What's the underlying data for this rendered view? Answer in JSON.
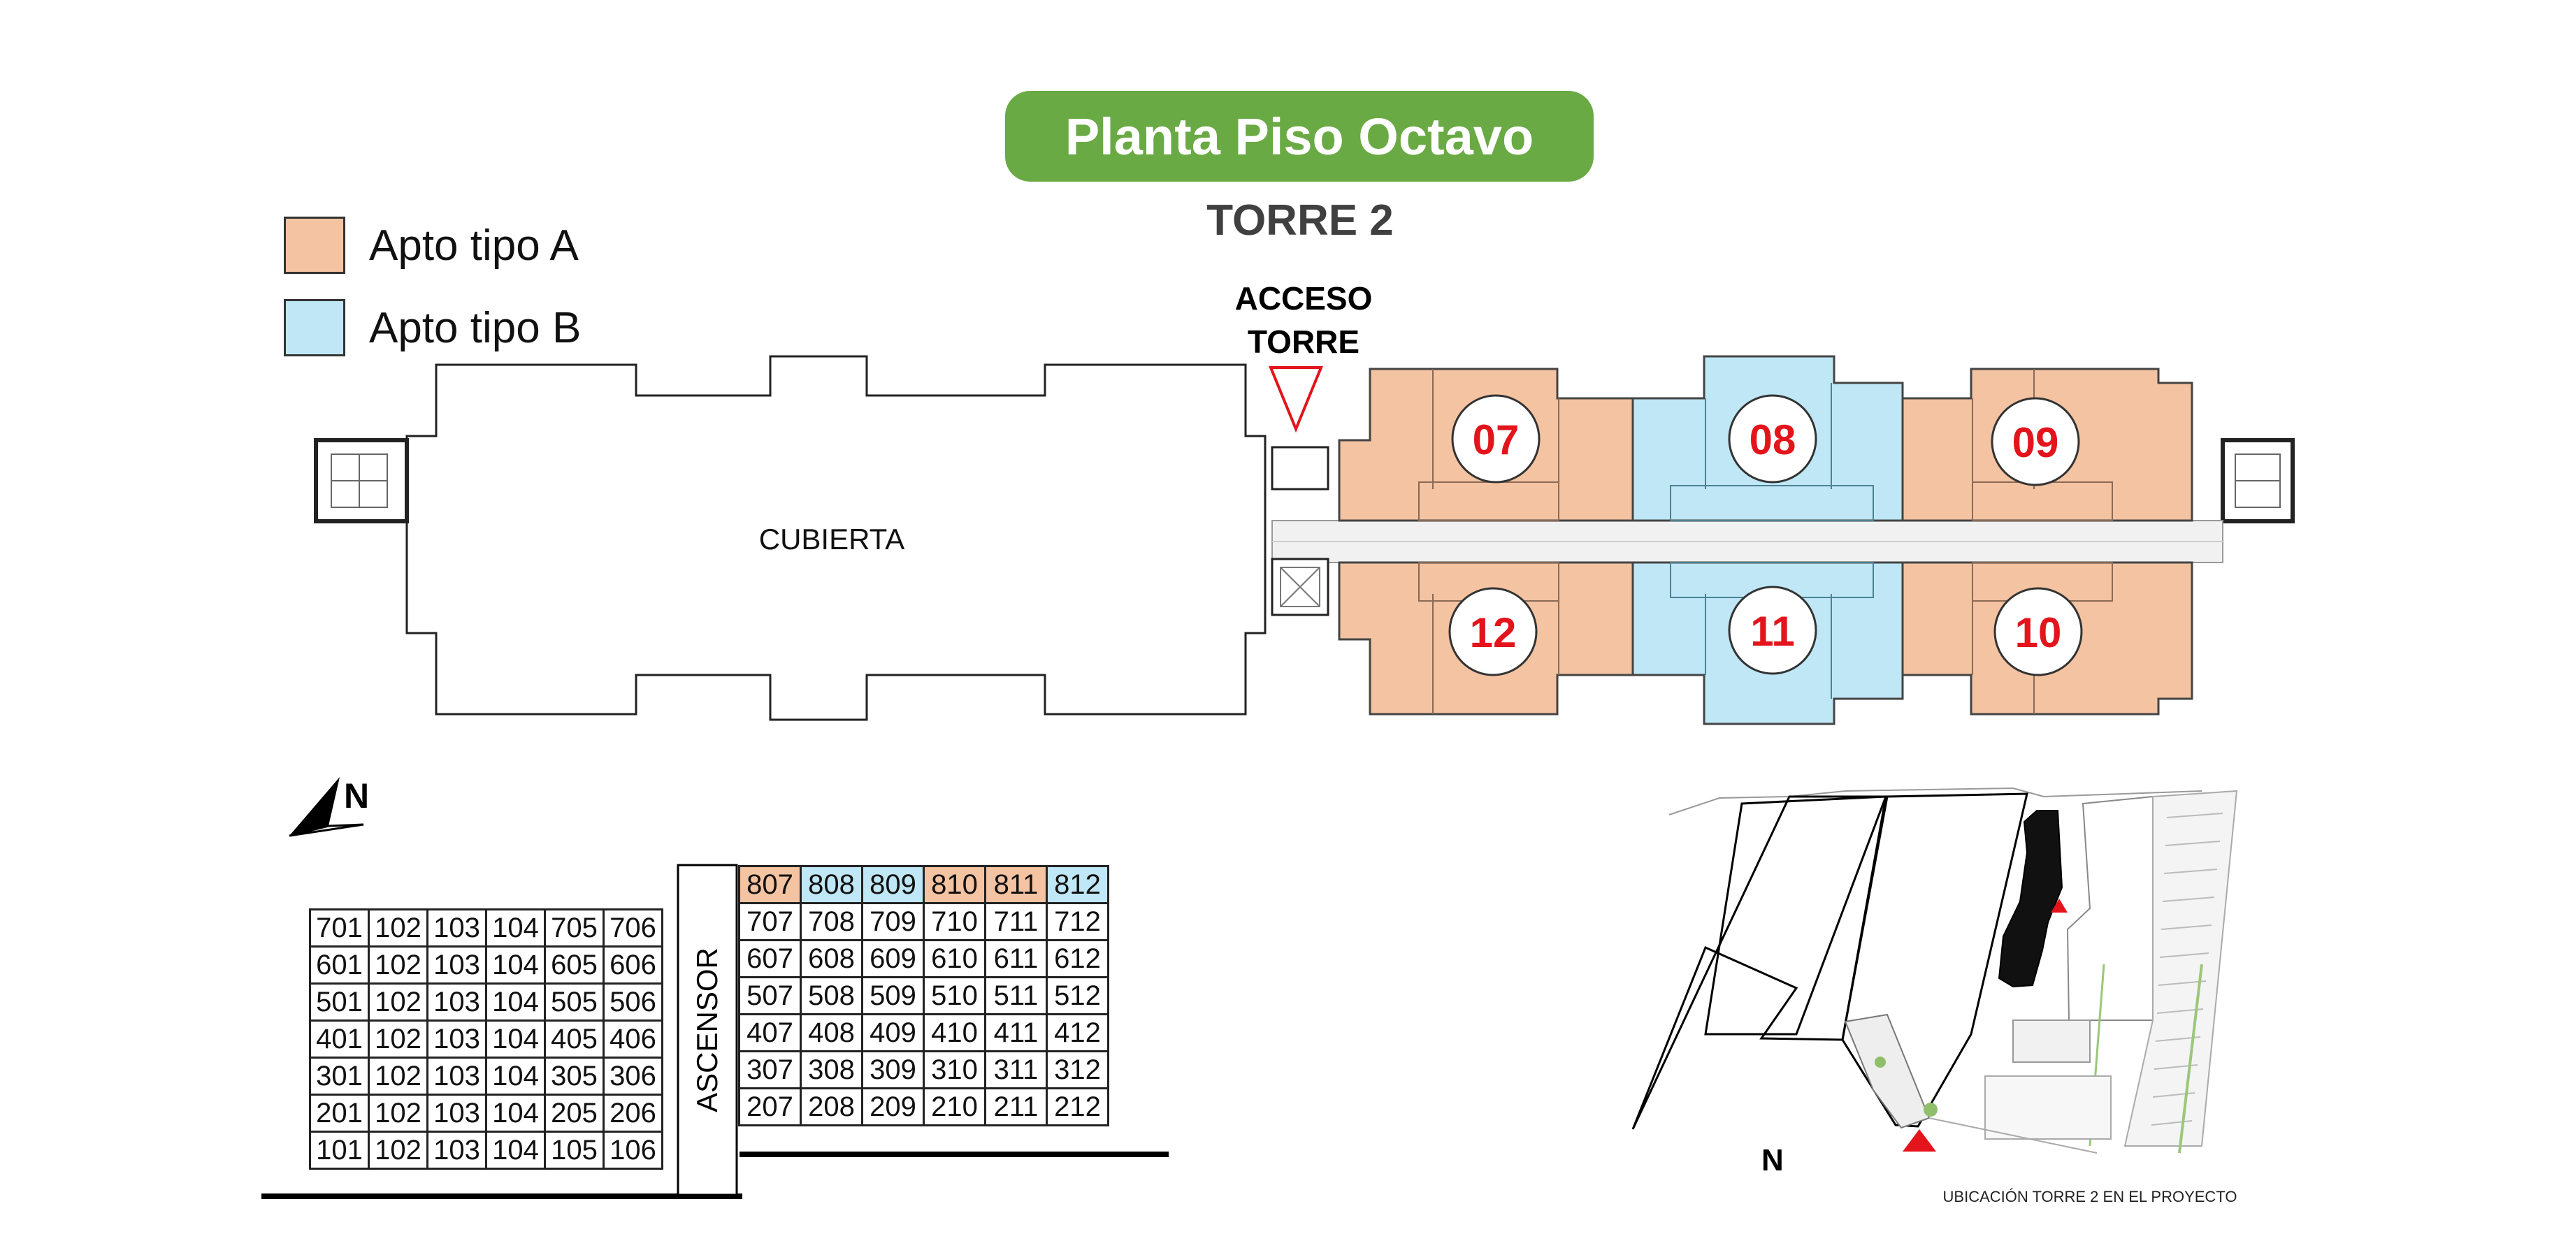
{
  "header": {
    "title": "Planta Piso Octavo",
    "subtitle": "TORRE 2"
  },
  "legend": [
    {
      "label": "Apto tipo A",
      "color": "#f4c3a2"
    },
    {
      "label": "Apto tipo B",
      "color": "#bfe7f5"
    }
  ],
  "access": {
    "line1": "ACCESO",
    "line2": "TORRE"
  },
  "roof_label": "CUBIERTA",
  "units": [
    {
      "number": "07",
      "type": "A"
    },
    {
      "number": "08",
      "type": "B"
    },
    {
      "number": "09",
      "type": "A"
    },
    {
      "number": "12",
      "type": "A"
    },
    {
      "number": "11",
      "type": "B"
    },
    {
      "number": "10",
      "type": "A"
    }
  ],
  "unit_label_color": "#e3141b",
  "north_labels": {
    "diagram": "N",
    "site": "N"
  },
  "elevator_label": "ASCENSOR",
  "table_left": {
    "rows": [
      [
        "701",
        "102",
        "103",
        "104",
        "705",
        "706"
      ],
      [
        "601",
        "102",
        "103",
        "104",
        "605",
        "606"
      ],
      [
        "501",
        "102",
        "103",
        "104",
        "505",
        "506"
      ],
      [
        "401",
        "102",
        "103",
        "104",
        "405",
        "406"
      ],
      [
        "301",
        "102",
        "103",
        "104",
        "305",
        "306"
      ],
      [
        "201",
        "102",
        "103",
        "104",
        "205",
        "206"
      ],
      [
        "101",
        "102",
        "103",
        "104",
        "105",
        "106"
      ]
    ]
  },
  "table_right": {
    "header": [
      {
        "label": "807",
        "type": "A"
      },
      {
        "label": "808",
        "type": "B"
      },
      {
        "label": "809",
        "type": "B"
      },
      {
        "label": "810",
        "type": "A"
      },
      {
        "label": "811",
        "type": "A"
      },
      {
        "label": "812",
        "type": "B"
      }
    ],
    "rows": [
      [
        "707",
        "708",
        "709",
        "710",
        "711",
        "712"
      ],
      [
        "607",
        "608",
        "609",
        "610",
        "611",
        "612"
      ],
      [
        "507",
        "508",
        "509",
        "510",
        "511",
        "512"
      ],
      [
        "407",
        "408",
        "409",
        "410",
        "411",
        "412"
      ],
      [
        "307",
        "308",
        "309",
        "310",
        "311",
        "312"
      ],
      [
        "207",
        "208",
        "209",
        "210",
        "211",
        "212"
      ]
    ]
  },
  "site_caption": "UBICACIÓN TORRE 2 EN EL PROYECTO",
  "colors": {
    "title_bg": "#6aaa45",
    "access_marker": "#e3141b"
  }
}
